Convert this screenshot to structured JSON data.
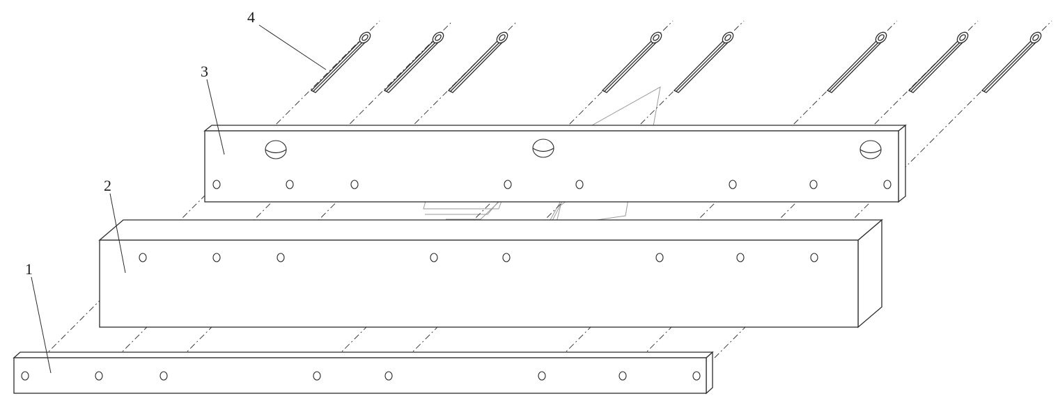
{
  "diagram": {
    "type": "exploded-assembly",
    "callouts": [
      {
        "id": "1",
        "label": "1"
      },
      {
        "id": "2",
        "label": "2"
      },
      {
        "id": "3",
        "label": "3"
      },
      {
        "id": "4",
        "label": "4"
      }
    ],
    "parts": {
      "bottom_strip_holes": 8,
      "middle_bar_holes": 8,
      "top_plate_small_holes": 8,
      "top_plate_large_holes": 3,
      "cotter_pins": 8
    },
    "colors": {
      "line": "#2b2b2b",
      "watermark": "#9a9a9a",
      "background": "#ffffff"
    }
  }
}
